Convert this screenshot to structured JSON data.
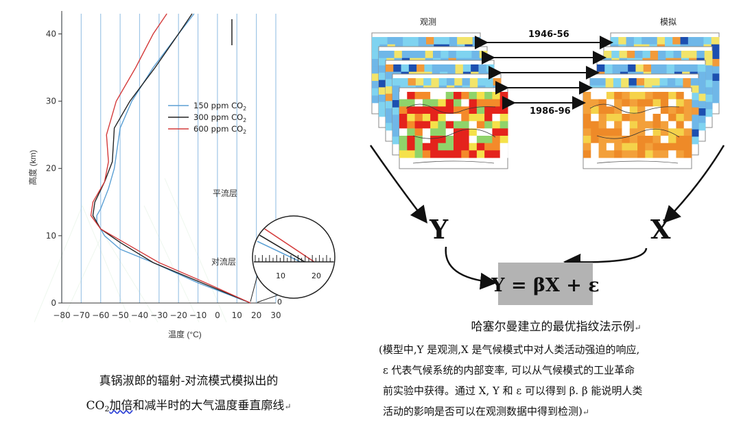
{
  "left_panel": {
    "chart_data": {
      "type": "line",
      "xlabel": "温度 (°C)",
      "ylabel": "高度 (km)",
      "xlim": [
        -80,
        30
      ],
      "ylim": [
        0,
        43
      ],
      "x_ticks": [
        "−80",
        "−70",
        "−60",
        "−50",
        "−40",
        "−30",
        "−20",
        "−10",
        "0",
        "10",
        "20",
        "30"
      ],
      "y_ticks": [
        "0",
        "10",
        "20",
        "30",
        "40"
      ],
      "grid": "vertical",
      "legend_position": "center-right",
      "annotations": [
        "平流层",
        "对流层"
      ],
      "inset": {
        "ticks": [
          "10",
          "20"
        ],
        "zero_label": "0"
      },
      "series": [
        {
          "name": "150 ppm CO",
          "name_subscript": "2",
          "color": "#5a9fd4",
          "points": [
            [
              17,
              0
            ],
            [
              -10,
              3
            ],
            [
              -33,
              6
            ],
            [
              -50,
              8
            ],
            [
              -58,
              10
            ],
            [
              -62,
              12
            ],
            [
              -62,
              13
            ],
            [
              -60,
              14
            ],
            [
              -56,
              17
            ],
            [
              -53,
              20
            ],
            [
              -50,
              26
            ],
            [
              -44,
              30
            ],
            [
              -33,
              35
            ],
            [
              -20,
              40
            ],
            [
              -12,
              43
            ]
          ]
        },
        {
          "name": "300 ppm CO",
          "name_subscript": "2",
          "color": "#222222",
          "points": [
            [
              17,
              0
            ],
            [
              -8,
              3
            ],
            [
              -33,
              6
            ],
            [
              -50,
              9
            ],
            [
              -60,
              11
            ],
            [
              -64,
              13
            ],
            [
              -63,
              15
            ],
            [
              -58,
              18
            ],
            [
              -54,
              21
            ],
            [
              -53,
              26
            ],
            [
              -45,
              30
            ],
            [
              -32,
              35
            ],
            [
              -20,
              40
            ],
            [
              -13,
              43
            ]
          ]
        },
        {
          "name": "600 ppm CO",
          "name_subscript": "2",
          "color": "#d43a3a",
          "points": [
            [
              17,
              0
            ],
            [
              -6,
              3
            ],
            [
              -30,
              6
            ],
            [
              -48,
              9
            ],
            [
              -60,
              11
            ],
            [
              -65,
              13
            ],
            [
              -64,
              15
            ],
            [
              -58,
              18
            ],
            [
              -56,
              21
            ],
            [
              -57,
              25
            ],
            [
              -52,
              30
            ],
            [
              -42,
              35
            ],
            [
              -33,
              40
            ],
            [
              -26,
              43
            ]
          ]
        }
      ]
    },
    "caption": {
      "line1": "真锅淑郎的辐射-对流模式模拟出的",
      "line2_co": "CO",
      "line2_sub": "2",
      "line2_uline": "加倍",
      "line2_rest": "和减半时的大气温度垂直廓线",
      "mark": "↵"
    }
  },
  "right_panel": {
    "figure": {
      "label_obs": "观测",
      "label_sim": "模拟",
      "period_top": "1946-56",
      "period_bottom": "1986-96",
      "label_y": "Y",
      "label_x": "X",
      "formula": "Y = βX + ε"
    },
    "caption": {
      "title": "哈塞尔曼建立的最优指纹法示例",
      "lines": [
        "(模型中,Y 是观测,X 是气候模式中对人类活动强迫的响应,",
        "ε 代表气候系统的内部变率, 可以从气候模式的工业革命",
        "前实验中获得。通过 X, Y 和 ε 可以得到 β. β 能说明人类",
        "活动的影响是否可以在观测数据中得到检测)"
      ],
      "mark": "↵"
    }
  }
}
